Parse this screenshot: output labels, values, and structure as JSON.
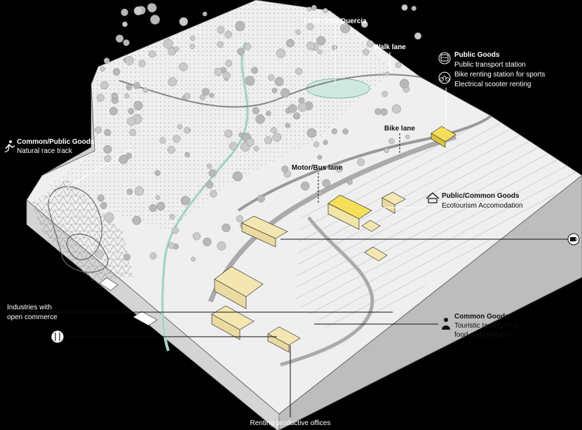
{
  "labels": {
    "lake": "Lago della Quercia",
    "walk_lane": "Walk lane",
    "bike_lane": "Bike lane",
    "motor_bus_lane": "Motor/Bus lane",
    "renting_offices": "Renting productive offices"
  },
  "callouts": {
    "public_goods": {
      "title": "Public Goods",
      "lines": [
        "Public transport station",
        "Bike renting station for sports",
        "Electrical scooter renting"
      ]
    },
    "common_public_goods": {
      "title": "Common/Public Goods",
      "lines": [
        "Natural race track"
      ]
    },
    "public_common_goods": {
      "title": "Public/Common Goods",
      "lines": [
        "Ecotourism Accomodation"
      ]
    },
    "industries": {
      "lines": [
        "Industries with",
        "open commerce"
      ]
    },
    "common_goods": {
      "title": "Common Goods",
      "lines": [
        "Touristic tasting local",
        "food and products"
      ]
    }
  },
  "icons": {
    "bus": "bus-icon",
    "bike": "bicycle-icon",
    "runner": "runner-icon",
    "house": "house-icon",
    "coffee": "coffee-cup-icon",
    "cutlery": "cutlery-icon",
    "taster": "person-tasting-icon"
  },
  "colors": {
    "background": "#000000",
    "terrain_top": "#f2f2f2",
    "terrain_side": "#cfcfcf",
    "forest": "#bdbdbd",
    "lake": "#cfe8df",
    "stream": "#bfe0d6",
    "building_highlight": "#f5df5a",
    "building": "#f3e6b0"
  }
}
